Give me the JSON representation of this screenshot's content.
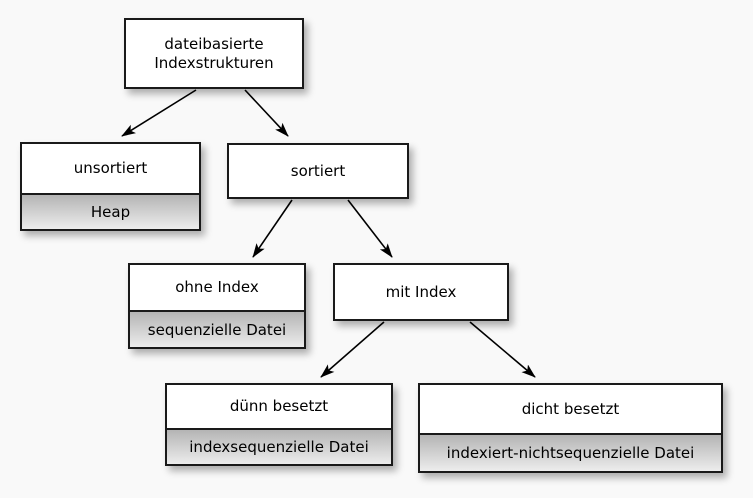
{
  "diagram": {
    "title": "dateibasierte Indexstrukturen",
    "background_color": "#f9f9f9",
    "border_color": "#1a1a1a",
    "node_fill": "#ffffff",
    "subnode_fill": "#cccccc",
    "nodes": [
      {
        "id": "root",
        "label": "dateibasierte\nIndexstrukturen",
        "sublabel": null
      },
      {
        "id": "unsort",
        "label": "unsortiert",
        "sublabel": "Heap"
      },
      {
        "id": "sort",
        "label": "sortiert",
        "sublabel": null
      },
      {
        "id": "noidx",
        "label": "ohne Index",
        "sublabel": "sequenzielle Datei"
      },
      {
        "id": "idx",
        "label": "mit Index",
        "sublabel": null
      },
      {
        "id": "sparse",
        "label": "dünn besetzt",
        "sublabel": "indexsequenzielle Datei"
      },
      {
        "id": "dense",
        "label": "dicht besetzt",
        "sublabel": "indexiert-nichtsequenzielle Datei"
      }
    ],
    "edges": [
      {
        "from": "root",
        "to": "unsort"
      },
      {
        "from": "root",
        "to": "sort"
      },
      {
        "from": "sort",
        "to": "noidx"
      },
      {
        "from": "sort",
        "to": "idx"
      },
      {
        "from": "idx",
        "to": "sparse"
      },
      {
        "from": "idx",
        "to": "dense"
      }
    ]
  }
}
